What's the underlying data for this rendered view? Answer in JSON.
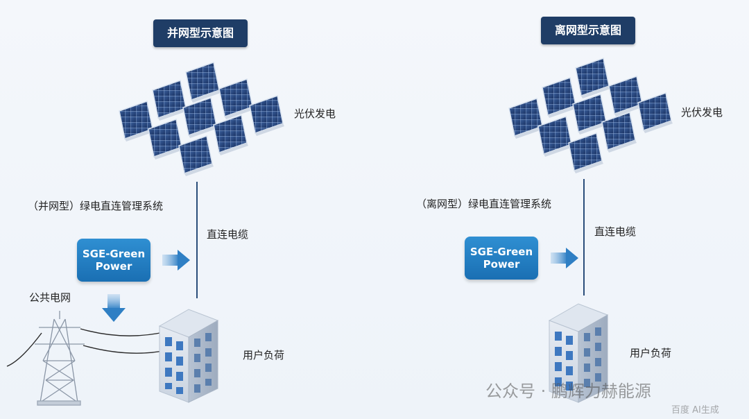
{
  "left_panel": {
    "title": "并网型示意图",
    "pv_label": "光伏发电",
    "system_label": "（并网型）绿电直连管理系统",
    "cable_label": "直连电缆",
    "sge_line1": "SGE-Green",
    "sge_line2": "Power",
    "grid_label": "公共电网",
    "load_label": "用户负荷"
  },
  "right_panel": {
    "title": "离网型示意图",
    "pv_label": "光伏发电",
    "system_label": "（离网型）绿电直连管理系统",
    "cable_label": "直连电缆",
    "sge_line1": "SGE-Green",
    "sge_line2": "Power",
    "load_label": "用户负荷"
  },
  "watermark": {
    "text": "公众号 · 鹏辉力赫能源",
    "sub": "百度 AI生成"
  },
  "colors": {
    "title_bg": "#1f3d66",
    "sge_blue": "#1a6fb3",
    "arrow_blue": "#3d86c6",
    "line": "#2a4d7a"
  }
}
